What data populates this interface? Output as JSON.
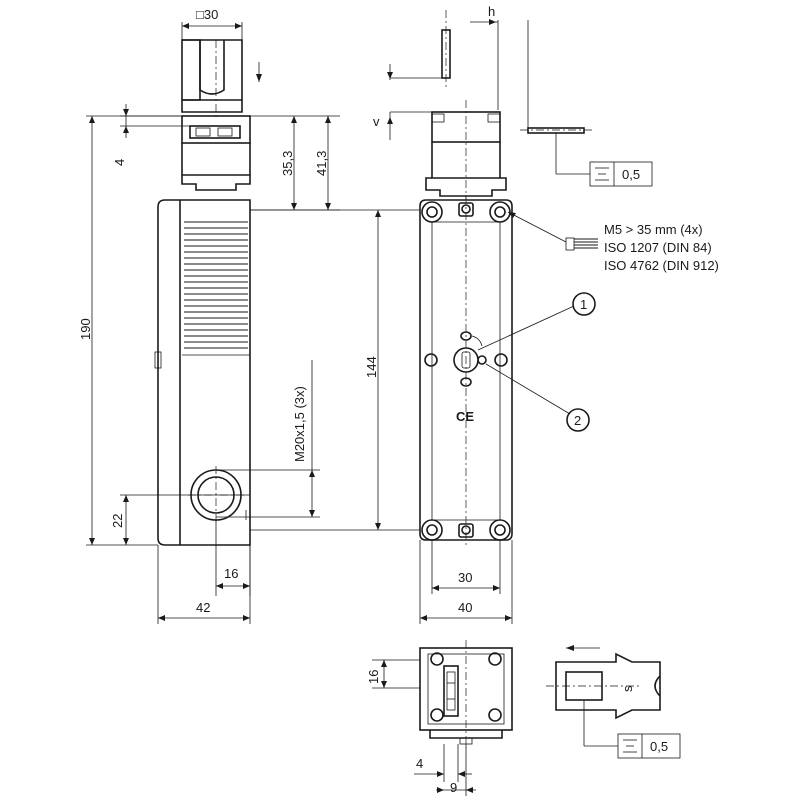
{
  "dimensions": {
    "square": "□30",
    "d4_top": "4",
    "d35_3": "35,3",
    "d41_3": "41,3",
    "d190": "190",
    "d144": "144",
    "d22": "22",
    "d16_bottom": "16",
    "d42": "42",
    "d30": "30",
    "d40": "40",
    "thread": "M20x1,5 (3x)",
    "d16_left": "16",
    "d4_bottom": "4",
    "d9": "9"
  },
  "labels": {
    "h": "h",
    "v": "v",
    "s": "s",
    "callout_1": "1",
    "callout_2": "2",
    "ce_mark": "CE"
  },
  "screw_note": {
    "line1": "M5 > 35 mm (4x)",
    "line2": "ISO 1207 (DIN 84)",
    "line3": "ISO 4762 (DIN 912)"
  },
  "tolerance_top": {
    "value": "0,5"
  },
  "tolerance_bottom": {
    "value": "0,5"
  }
}
